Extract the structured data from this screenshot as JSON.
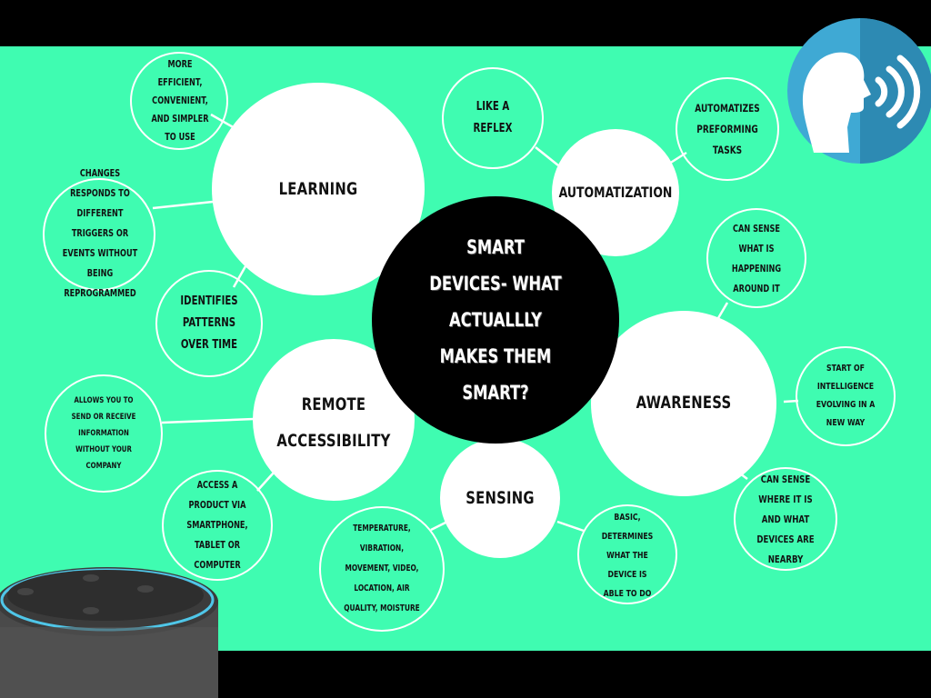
{
  "title": "SMART DEVICES- WHAT ACTUALLLY MAKES THEM SMART?",
  "hubs": {
    "learning": "LEARNING",
    "automatization": "AUTOMATIZATION",
    "awareness": "AWARENESS",
    "sensing": "SENSING",
    "remote": "REMOTE ACCESSIBILITY"
  },
  "details": {
    "efficient": "MORE EFFICIENT, CONVENIENT, AND SIMPLER TO USE",
    "changes": "CHANGES RESPONDS TO DIFFERENT TRIGGERS OR EVENTS WITHOUT BEING REPROGRAMMED",
    "patterns": "IDENTIFIES PATTERNS OVER TIME",
    "reflex": "LIKE A REFLEX",
    "automates": "AUTOMATIZES PREFORMING TASKS",
    "sense_happening": "CAN SENSE WHAT IS HAPPENING AROUND IT",
    "intelligence": "START OF INTELLIGENCE EVOLVING IN A NEW WAY",
    "sense_where": "CAN SENSE WHERE IT IS AND WHAT DEVICES ARE NEARBY",
    "basic": "BASIC, DETERMINES WHAT THE DEVICE IS ABLE TO DO",
    "temperature": "TEMPERATURE, VIBRATION, MOVEMENT, VIDEO, LOCATION, AIR QUALITY, MOISTURE",
    "allows": "ALLOWS YOU TO SEND OR RECEIVE INFORMATION WITHOUT YOUR COMPANY",
    "access": "ACCESS A PRODUCT VIA SMARTPHONE, TABLET OR COMPUTER"
  },
  "icons": {
    "voice": "voice-speaking-icon",
    "speaker": "smart-speaker-image"
  },
  "colors": {
    "background": "#3ffcb1",
    "frame": "#000000",
    "hub_fill": "#ffffff",
    "center_fill": "#000000",
    "voice_icon_light": "#3fa9d4",
    "voice_icon_dark": "#2d8ab3"
  }
}
